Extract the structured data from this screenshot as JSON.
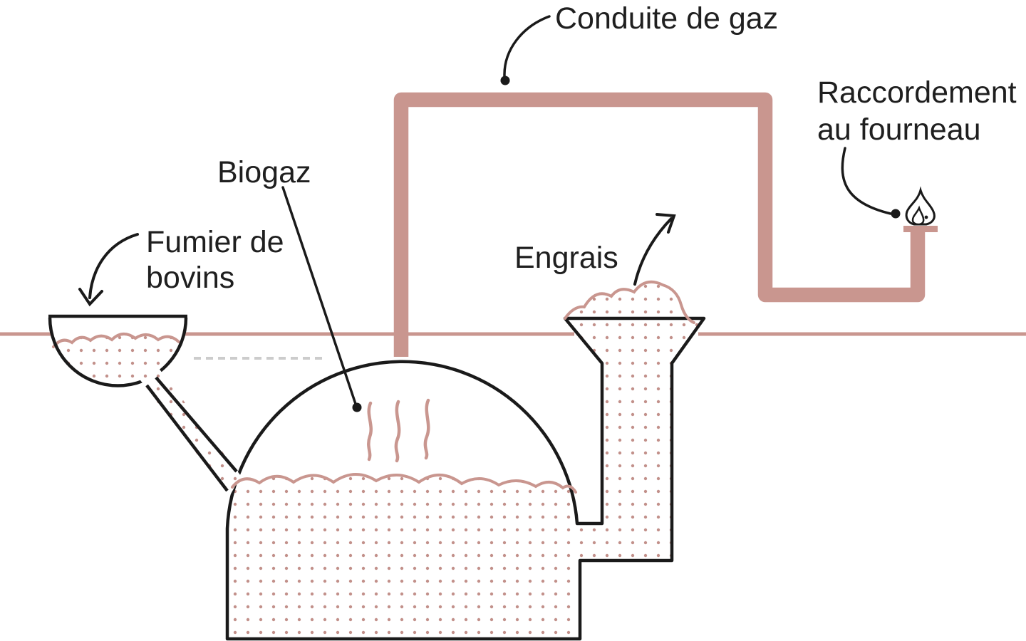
{
  "figure": {
    "labels": {
      "gas_pipe": "Conduite de gaz",
      "stove_connection": "Raccordement\nau fourneau",
      "biogas": "Biogaz",
      "manure": "Fumier de\nbovins",
      "fertilizer": "Engrais"
    },
    "colors": {
      "background": "#ffffff",
      "pipe": "#c9968f",
      "dots": "#c2908a",
      "outline": "#1a1a1a",
      "text": "#1f1f1f",
      "dashed": "#cccccc"
    }
  }
}
